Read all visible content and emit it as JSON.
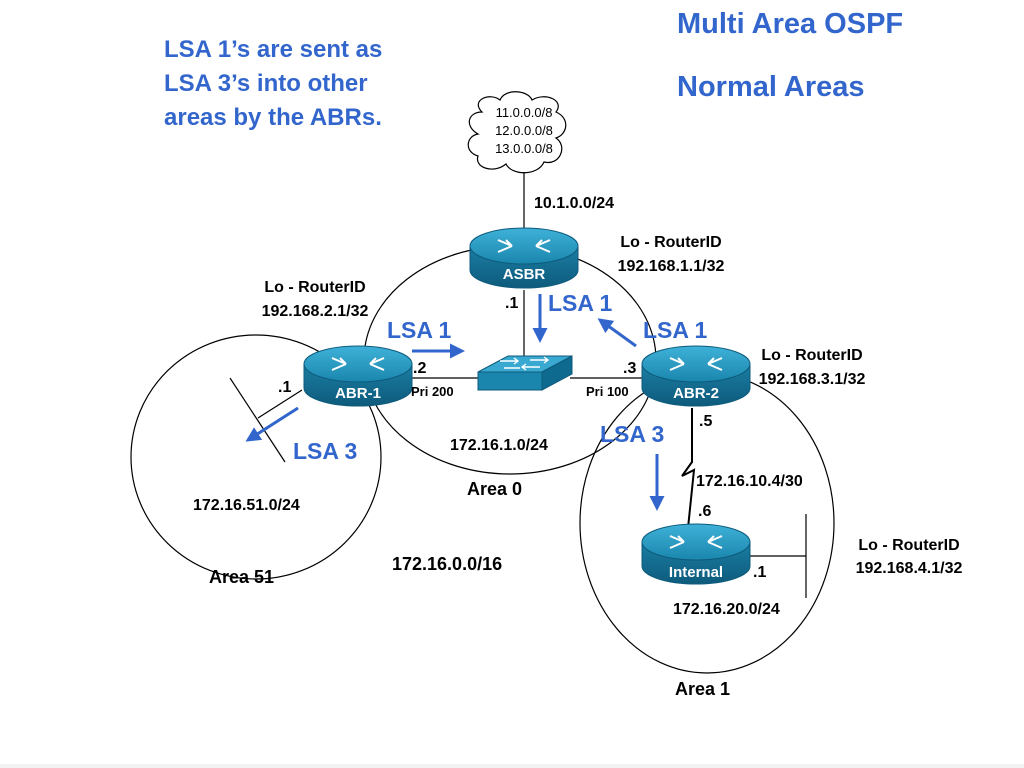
{
  "title": {
    "line1": "Multi Area OSPF",
    "line2": "Normal Areas"
  },
  "note": "LSA 1’s are sent as LSA 3’s into other areas by the ABRs.",
  "cloud": {
    "lines": [
      "11.0.0.0/8",
      "12.0.0.0/8",
      "13.0.0.0/8"
    ]
  },
  "routers": {
    "asbr": {
      "name": "ASBR"
    },
    "abr1": {
      "name": "ABR-1"
    },
    "abr2": {
      "name": "ABR-2"
    },
    "internal": {
      "name": "Internal"
    }
  },
  "router_ids": {
    "asbr": {
      "line1": "Lo - RouterID",
      "line2": "192.168.1.1/32"
    },
    "abr1": {
      "line1": "Lo - RouterID",
      "line2": "192.168.2.1/32"
    },
    "abr2": {
      "line1": "Lo - RouterID",
      "line2": "192.168.3.1/32"
    },
    "internal": {
      "line1": "Lo - RouterID",
      "line2": "192.168.4.1/32"
    }
  },
  "networks": {
    "cloud_link": "10.1.0.0/24",
    "area0_lan": "172.16.1.0/24",
    "area51_lan": "172.16.51.0/24",
    "serial": "172.16.10.4/30",
    "area1_lan": "172.16.20.0/24",
    "summary": "172.16.0.0/16"
  },
  "interfaces": {
    "asbr_lan": ".1",
    "abr1_lan": ".2",
    "abr2_lan": ".3",
    "abr1_area51": ".1",
    "abr2_serial": ".5",
    "internal_serial": ".6",
    "internal_lan": ".1"
  },
  "priorities": {
    "abr1": "Pri 200",
    "abr2": "Pri 100"
  },
  "areas": {
    "area0": "Area 0",
    "area51": "Area 51",
    "area1": "Area 1"
  },
  "lsa_labels": {
    "asbr_down": "LSA 1",
    "abr1_right": "LSA 1",
    "abr2_up": "LSA 1",
    "abr1_out": "LSA 3",
    "abr2_down": "LSA 3"
  },
  "colors": {
    "accent": "#3366cc",
    "router": "#1f8fb5",
    "router_dark": "#0f5f80"
  }
}
